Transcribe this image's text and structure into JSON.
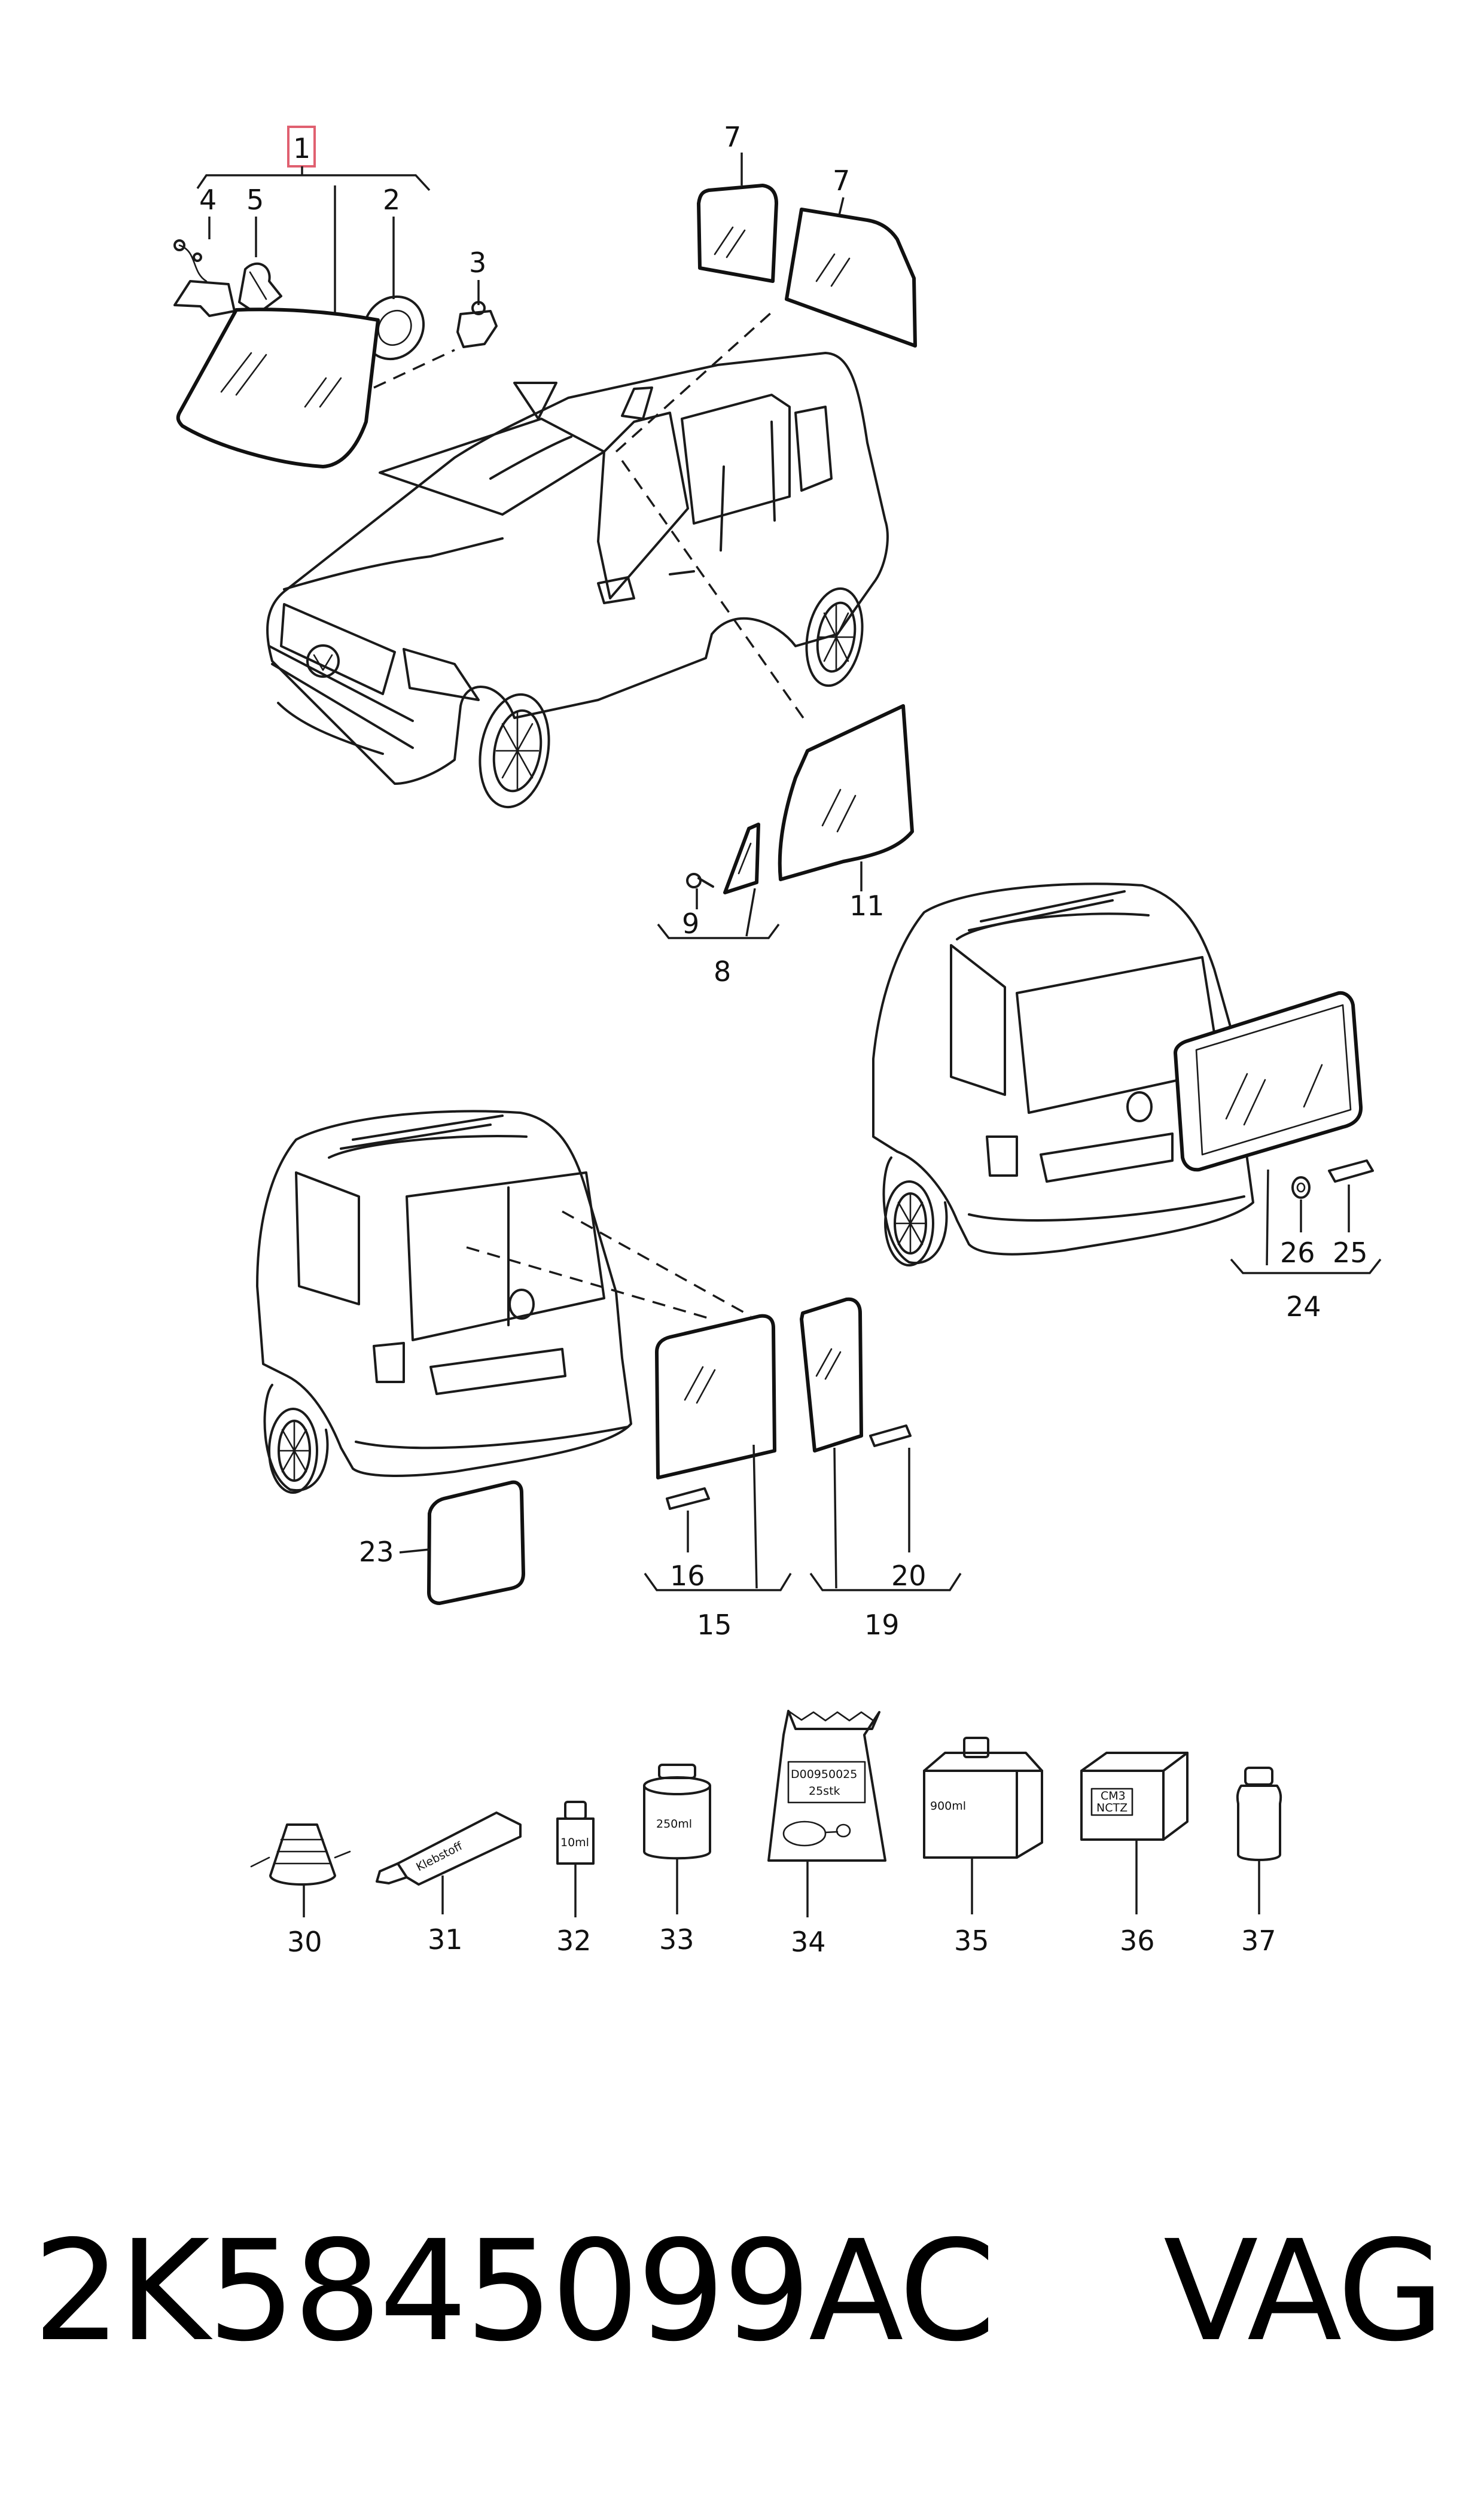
{
  "callouts": {
    "c1": "1",
    "c2": "2",
    "c3": "3",
    "c4": "4",
    "c5": "5",
    "c7a": "7",
    "c7b": "7",
    "c8": "8",
    "c9": "9",
    "c11": "11",
    "c15": "15",
    "c16": "16",
    "c19": "19",
    "c20": "20",
    "c23": "23",
    "c24": "24",
    "c25": "25",
    "c26": "26",
    "c30": "30",
    "c31": "31",
    "c32": "32",
    "c33": "33",
    "c34": "34",
    "c35": "35",
    "c36": "36",
    "c37": "37"
  },
  "product_labels": {
    "tube": "Klebstoff",
    "vial": "10ml",
    "can": "250ml",
    "bag_line1": "D00950025",
    "bag_line2": "25stk",
    "box": "900ml",
    "cube_line1": "CM3",
    "cube_line2": "NCTZ"
  },
  "footer": {
    "part_number": "2K5845099AC",
    "brand": "VAG"
  },
  "colors": {
    "line": "#1a1a1a",
    "highlight_box": "#e06070",
    "background": "#ffffff"
  }
}
